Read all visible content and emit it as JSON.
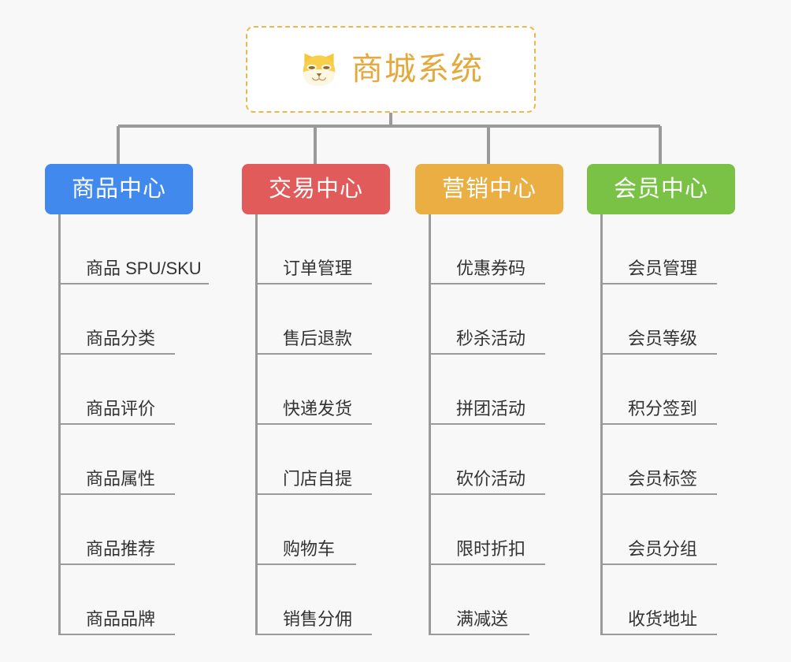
{
  "diagram": {
    "background_color": "#f8f8f8",
    "connector_color": "#9a9a9a",
    "root": {
      "title": "商城系统",
      "icon": "shiba-dog-face-icon",
      "text_color": "#e3a93c",
      "border_color": "#edb84b",
      "background_color": "#ffffff"
    },
    "categories": [
      {
        "label": "商品中心",
        "color": "#4189ed",
        "items": [
          "商品 SPU/SKU",
          "商品分类",
          "商品评价",
          "商品属性",
          "商品推荐",
          "商品品牌"
        ]
      },
      {
        "label": "交易中心",
        "color": "#e15b5b",
        "items": [
          "订单管理",
          "售后退款",
          "快递发货",
          "门店自提",
          "购物车",
          "销售分佣"
        ]
      },
      {
        "label": "营销中心",
        "color": "#ebae42",
        "items": [
          "优惠券码",
          "秒杀活动",
          "拼团活动",
          "砍价活动",
          "限时折扣",
          "满减送"
        ]
      },
      {
        "label": "会员中心",
        "color": "#79c246",
        "items": [
          "会员管理",
          "会员等级",
          "积分签到",
          "会员标签",
          "会员分组",
          "收货地址"
        ]
      }
    ]
  }
}
